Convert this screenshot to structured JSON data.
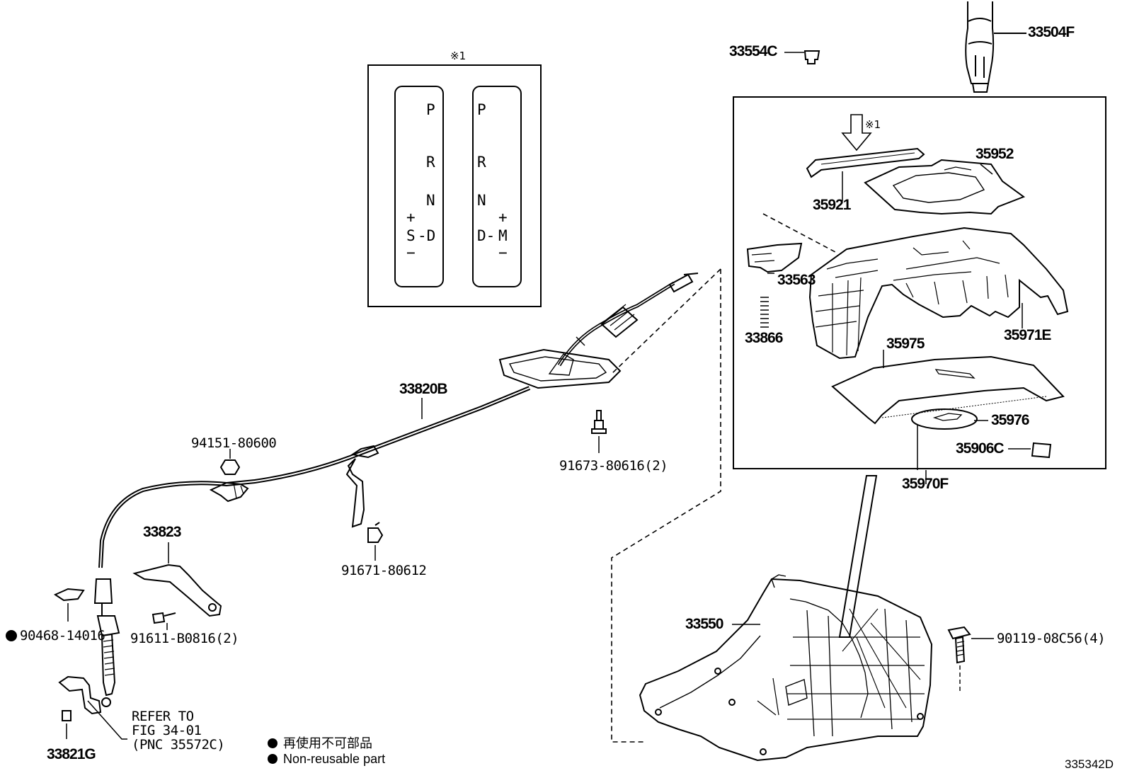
{
  "diagram": {
    "figure_id": "335342D",
    "detail_marker": "※1",
    "gate_left": {
      "P": "P",
      "R": "R",
      "N": "N",
      "plus": "+",
      "S": "S",
      "dash_d": "-D",
      "minus": "−"
    },
    "gate_right": {
      "P": "P",
      "R": "R",
      "N": "N",
      "plus": "+",
      "d_dash": "D-",
      "M": "M",
      "minus": "−"
    },
    "parts": {
      "p33504F": "33504F",
      "p33554C": "33554C",
      "p35952": "35952",
      "p35921": "35921",
      "p33563": "33563",
      "p33866": "33866",
      "p35971E": "35971E",
      "p35975": "35975",
      "p35976": "35976",
      "p35906C": "35906C",
      "p35970F": "35970F",
      "p33820B": "33820B",
      "p94151": "94151-80600",
      "p91673": "91673-80616(2)",
      "p33823": "33823",
      "p91671": "91671-80612",
      "p90468": "90468-14016",
      "p91611": "91611-B0816(2)",
      "p33550": "33550",
      "p90119": "90119-08C56(4)",
      "p33821G": "33821G"
    },
    "refer_note": [
      "REFER TO",
      "FIG 34-01",
      "(PNC 35572C)"
    ],
    "legend": {
      "jp": "再使用不可部品",
      "en": "Non-reusable part"
    }
  }
}
